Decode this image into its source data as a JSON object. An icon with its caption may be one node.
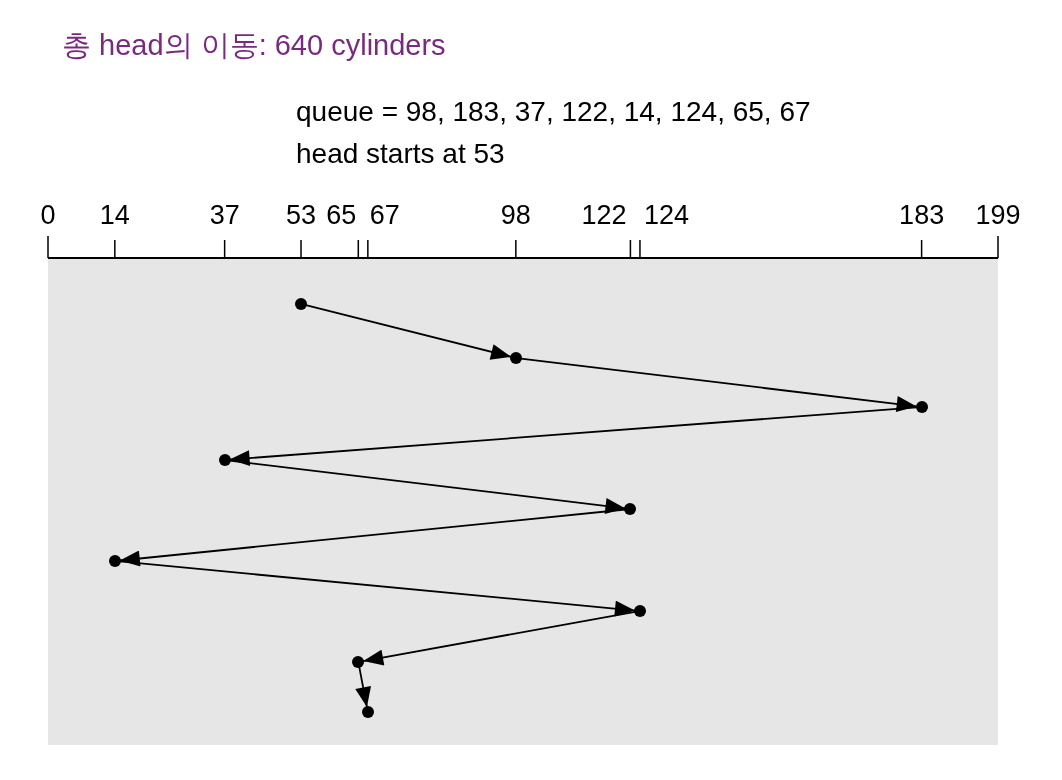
{
  "diagram": {
    "title": "총 head의 이동: 640 cylinders",
    "nodes": [
      {
        "text": [],
        "shape": "circle"
      },
      {
        "text": [],
        "shape": "circle"
      },
      {
        "text": [],
        "shape": "circle"
      },
      {
        "text": [],
        "shape": "circle"
      },
      {
        "text": [],
        "shape": "circle"
      },
      {
        "text": [],
        "shape": "circle"
      },
      {
        "text": [],
        "shape": "circle"
      },
      {
        "text": [],
        "shape": "circle"
      },
      {
        "text": [],
        "shape": "circle"
      }
    ],
    "edges": [
      {
        "from": 0,
        "to": 1,
        "arrow": "to"
      },
      {
        "from": 1,
        "to": 2,
        "arrow": "to"
      },
      {
        "from": 2,
        "to": 3,
        "arrow": "to"
      },
      {
        "from": 3,
        "to": 4,
        "arrow": "to"
      },
      {
        "from": 4,
        "to": 5,
        "arrow": "to"
      },
      {
        "from": 5,
        "to": 6,
        "arrow": "to"
      },
      {
        "from": 6,
        "to": 7,
        "arrow": "to"
      },
      {
        "from": 7,
        "to": 8,
        "arrow": "to"
      }
    ],
    "labels": [
      "queue = 98, 183, 37, 122, 14, 124, 65, 67",
      "head starts at 53",
      "0",
      "14",
      "37",
      "53",
      "65",
      "67",
      "98",
      "122",
      "124",
      "183",
      "199"
    ]
  }
}
